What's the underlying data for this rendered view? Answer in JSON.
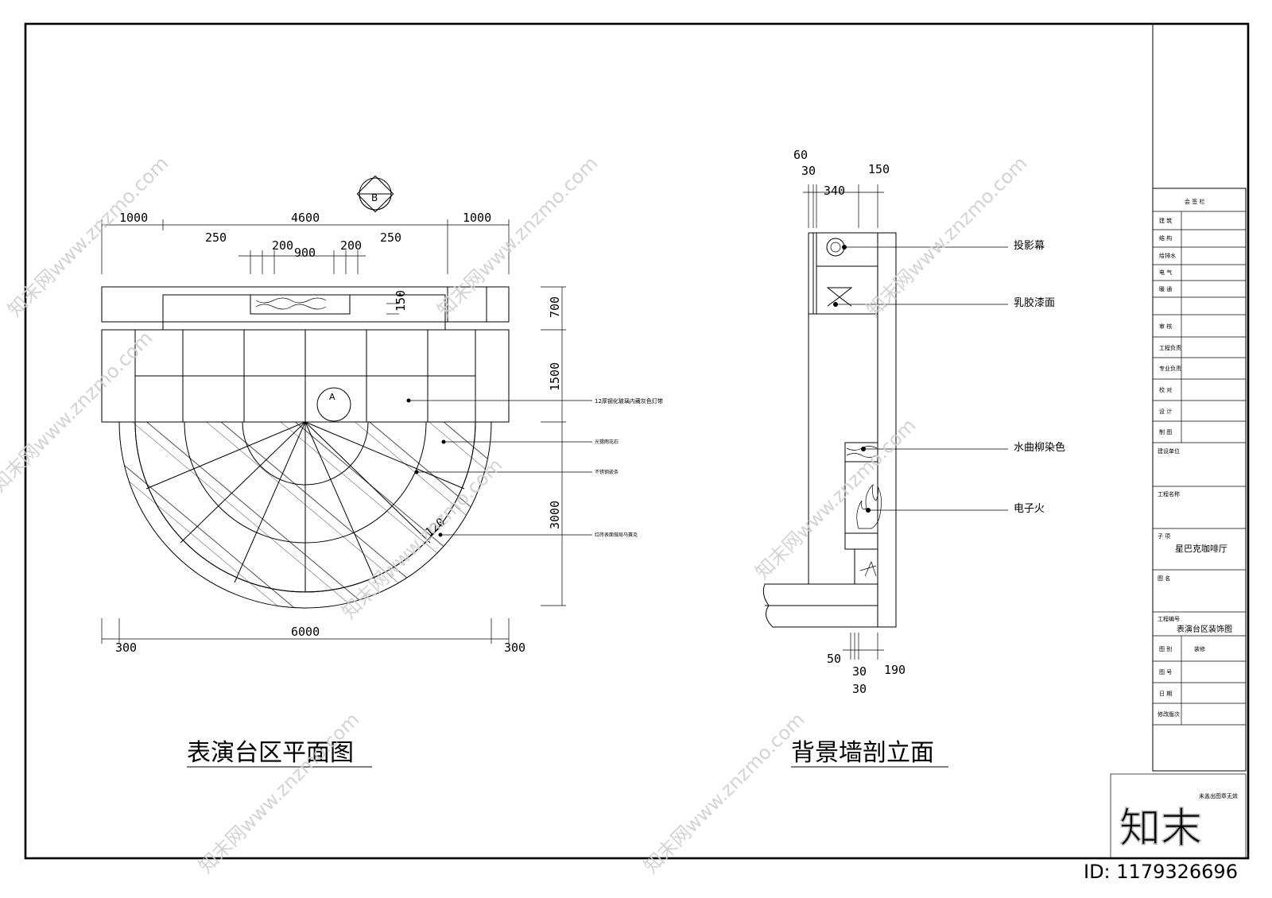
{
  "titles": {
    "plan": "表演台区平面图",
    "section": "背景墙剖立面"
  },
  "plan": {
    "section_marker_top": "B",
    "section_marker_center": "A",
    "dims_top": [
      "1000",
      "4600",
      "1000"
    ],
    "dims_inner": [
      "250",
      "200",
      "900",
      "200",
      "250"
    ],
    "dim_small_vertical": "150",
    "dims_right": [
      "700",
      "1500",
      "3000"
    ],
    "dims_bottom": [
      "300",
      "6000",
      "300"
    ],
    "dim_arc": "120",
    "notes": [
      "12厚钢化玻璃内藏灰色灯带",
      "光锡雨花石",
      "不锈钢嵌条",
      "红砖表面做局马赛克"
    ]
  },
  "section": {
    "dims_top": [
      "60",
      "30",
      "340",
      "150"
    ],
    "dims_bottom": [
      "50",
      "30",
      "30",
      "190"
    ],
    "notes": [
      "投影幕",
      "乳胶漆面",
      "水曲柳染色",
      "电子火"
    ]
  },
  "title_block": {
    "header": "会 签 栏",
    "sign_rows": [
      "建 筑",
      "结 构",
      "给排水",
      "电 气",
      "暖 通"
    ],
    "role_rows": [
      "审 核",
      "工程负责",
      "专业负责",
      "校 对",
      "设 计",
      "制 图"
    ],
    "construction_unit_label": "建设单位",
    "project_name_label": "工程名称",
    "sub_item_label": "子 项",
    "sub_item_value": "星巴克咖啡厅",
    "drawing_name_label": "图 名",
    "project_no_label": "工程编号",
    "drawing_name_value": "表演台区装饰图",
    "category_label": "图 别",
    "category_value": "装修",
    "drawing_no_label": "图 号",
    "date_label": "日 期",
    "revision_label": "修改版次",
    "stamp_note": "未盖出图章无效"
  },
  "watermark": {
    "text": "知末网www.znzmo.com",
    "logo": "知末",
    "id": "ID: 1179326696"
  }
}
